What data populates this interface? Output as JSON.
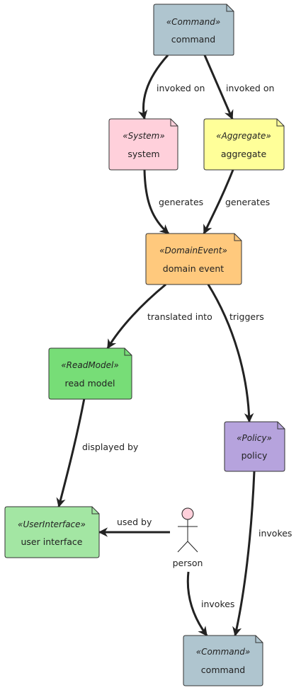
{
  "nodes": {
    "command_top": {
      "stereotype": "«Command»",
      "label": "command",
      "color": "#AFC5CF"
    },
    "system": {
      "stereotype": "«System»",
      "label": "system",
      "color": "#FFD0DB"
    },
    "aggregate": {
      "stereotype": "«Aggregate»",
      "label": "aggregate",
      "color": "#FFFF99"
    },
    "domain_event": {
      "stereotype": "«DomainEvent»",
      "label": "domain event",
      "color": "#FFC97D"
    },
    "read_model": {
      "stereotype": "«ReadModel»",
      "label": "read model",
      "color": "#77DD77"
    },
    "policy": {
      "stereotype": "«Policy»",
      "label": "policy",
      "color": "#B6A3DD"
    },
    "user_interface": {
      "stereotype": "«UserInterface»",
      "label": "user interface",
      "color": "#A3E6A3"
    },
    "command_bottom": {
      "stereotype": "«Command»",
      "label": "command",
      "color": "#AFC5CF"
    }
  },
  "actor": {
    "label": "person",
    "head_color": "#FFD0DB"
  },
  "edges": {
    "cmd_to_system": "invoked on",
    "cmd_to_aggregate": "invoked on",
    "system_to_event": "generates",
    "aggregate_to_event": "generates",
    "event_to_readmodel": "translated into",
    "event_to_policy": "triggers",
    "readmodel_to_ui": "displayed by",
    "person_to_ui": "used by",
    "policy_to_command": "invokes",
    "person_to_command": "invokes"
  }
}
